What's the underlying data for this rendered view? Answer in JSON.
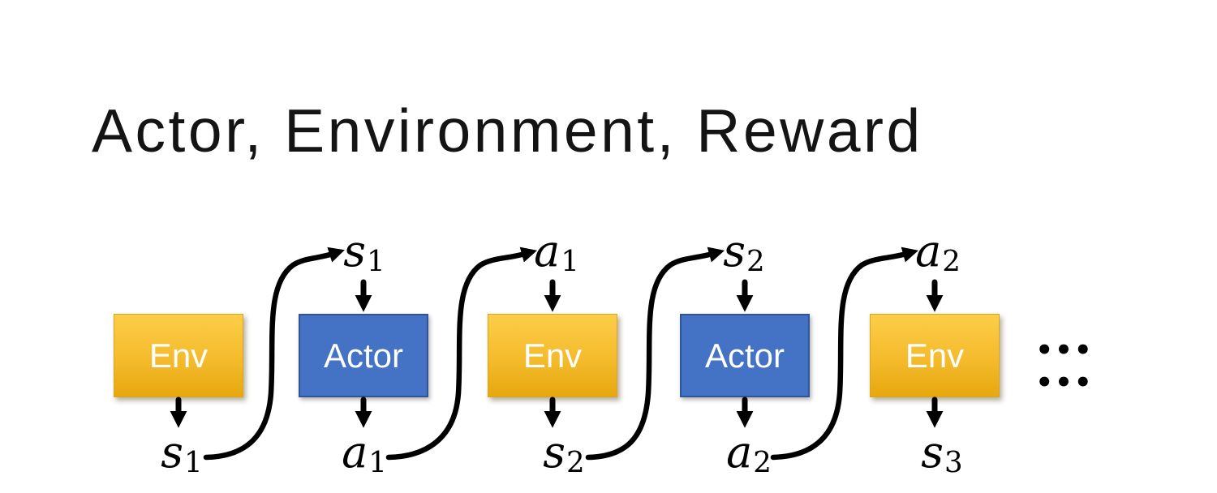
{
  "slide": {
    "title": "Actor, Environment, Reward"
  },
  "diagram": {
    "boxes": [
      {
        "label": "Env",
        "type": "environment"
      },
      {
        "label": "Actor",
        "type": "actor"
      },
      {
        "label": "Env",
        "type": "environment"
      },
      {
        "label": "Actor",
        "type": "actor"
      },
      {
        "label": "Env",
        "type": "environment"
      }
    ],
    "top_labels": [
      {
        "main": "s",
        "sub": "1"
      },
      {
        "main": "a",
        "sub": "1"
      },
      {
        "main": "s",
        "sub": "2"
      },
      {
        "main": "a",
        "sub": "2"
      }
    ],
    "bottom_labels": [
      {
        "main": "s",
        "sub": "1"
      },
      {
        "main": "a",
        "sub": "1"
      },
      {
        "main": "s",
        "sub": "2"
      },
      {
        "main": "a",
        "sub": "2"
      },
      {
        "main": "s",
        "sub": "3"
      }
    ],
    "continuation_dots": "••• •••",
    "colors": {
      "env_gradient_top": "#FDCD49",
      "env_gradient_bottom": "#E7A70F",
      "env_border": "#DCA51E",
      "actor_fill": "#4472C4",
      "actor_border": "#2F5597",
      "arrow": "#000000",
      "box_text": "#FFFFFF",
      "title_text": "#141414"
    }
  }
}
